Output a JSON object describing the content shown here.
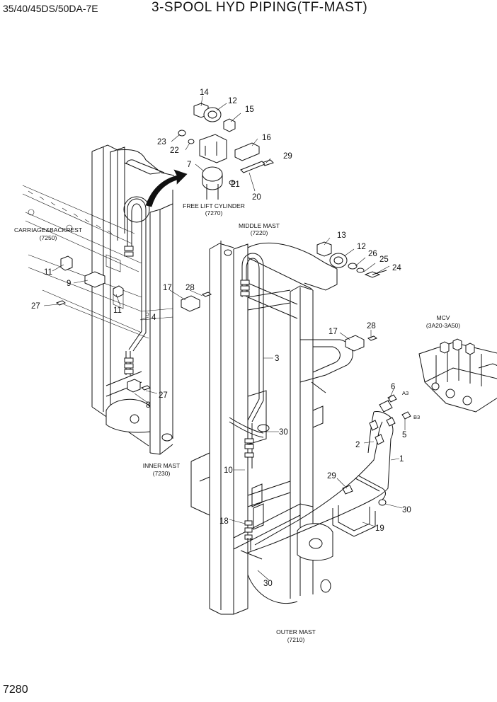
{
  "header": {
    "model_code": "35/40/45DS/50DA-7E",
    "title": "3-SPOOL HYD PIPING(TF-MAST)"
  },
  "footer": {
    "page_number": "7280"
  },
  "assemblies": {
    "free_lift_cylinder": {
      "name": "FREE LIFT CYLINDER",
      "code": "(7270)"
    },
    "carriage_backrest": {
      "name": "CARRIAGE&BACKREST",
      "code": "(7250)"
    },
    "middle_mast": {
      "name": "MIDDLE MAST",
      "code": "(7220)"
    },
    "mcv": {
      "name": "MCV",
      "code": "(3A20-3A50)"
    },
    "inner_mast": {
      "name": "INNER MAST",
      "code": "(7230)"
    },
    "outer_mast": {
      "name": "OUTER MAST",
      "code": "(7210)"
    }
  },
  "ports": {
    "a3": "A3",
    "b3": "B3"
  },
  "callouts": {
    "c14": "14",
    "c12a": "12",
    "c15": "15",
    "c16": "16",
    "c23": "23",
    "c22": "22",
    "c7": "7",
    "c29a": "29",
    "c21": "21",
    "c20": "20",
    "c13": "13",
    "c12b": "12",
    "c26": "26",
    "c25": "25",
    "c24": "24",
    "c11a": "11",
    "c9": "9",
    "c27a": "27",
    "c11b": "11",
    "c17a": "17",
    "c28a": "28",
    "c4": "4",
    "c27b": "27",
    "c8": "8",
    "c3": "3",
    "c17b": "17",
    "c28b": "28",
    "c6": "6",
    "c5": "5",
    "c30a": "30",
    "c2": "2",
    "c1": "1",
    "c10": "10",
    "c29b": "29",
    "c30b": "30",
    "c19": "19",
    "c18": "18",
    "c30c": "30"
  }
}
